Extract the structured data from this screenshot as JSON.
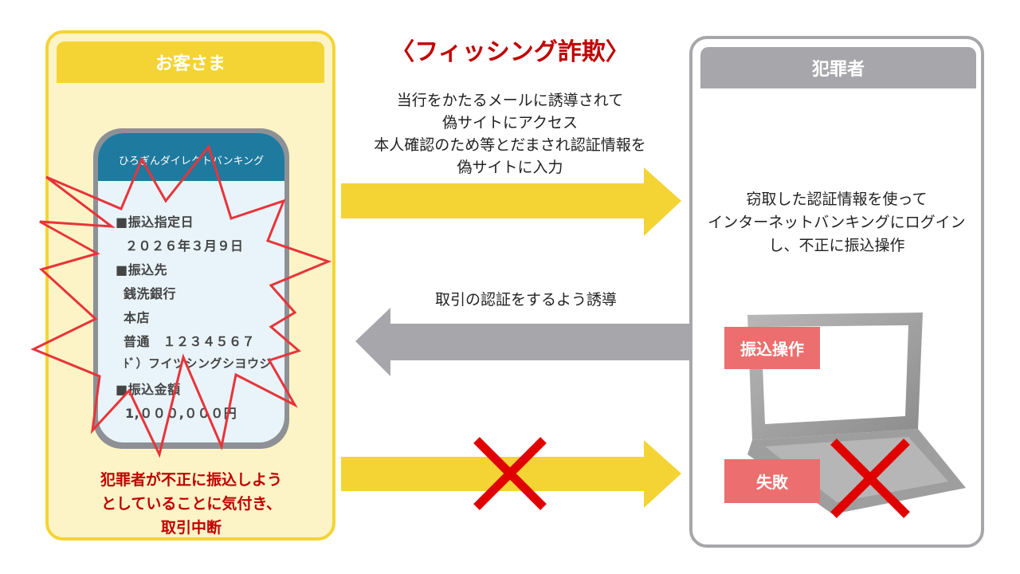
{
  "title": "〈フィッシング詐欺〉",
  "customer": {
    "header": "お客さま",
    "note_lines": [
      "犯罪者が不正に振込しよう",
      "としていることに気付き、",
      "取引中断"
    ]
  },
  "criminal": {
    "header": "犯罪者",
    "desc_lines": [
      "窃取した認証情報を使って",
      "インターネットバンキングにログイン",
      "し、不正に振込操作"
    ],
    "badge_transfer": "振込操作",
    "badge_fail": "失敗"
  },
  "messages": {
    "to_criminal_lines": [
      "当行をかたるメールに誘導されて",
      "偽サイトにアクセス",
      "本人確認のため等とだまされ認証情報を",
      "偽サイトに入力"
    ],
    "to_customer": "取引の認証をするよう誘導"
  },
  "phone": {
    "app_name": "ひろぎんダイレクトバンキング",
    "lines": [
      "■振込指定日",
      "２０２６年３月９日",
      "■振込先",
      "銭洗銀行",
      "本店",
      "普通　１２３４５６７",
      "ﾄﾞ）フイツシングシヨウジ",
      "■振込金額",
      "1,０００,０００円"
    ]
  },
  "colors": {
    "customer_yellow": "#F4D434",
    "customer_bg": "#FCF4C6",
    "criminal_gray": "#A7A7AB",
    "alert_red": "#C00000",
    "badge_red": "#EC6E6E",
    "cross_red": "#E00000",
    "phone_bar": "#1E7A9E"
  },
  "icons": [
    "starburst-alert",
    "cross-mark",
    "laptop"
  ]
}
